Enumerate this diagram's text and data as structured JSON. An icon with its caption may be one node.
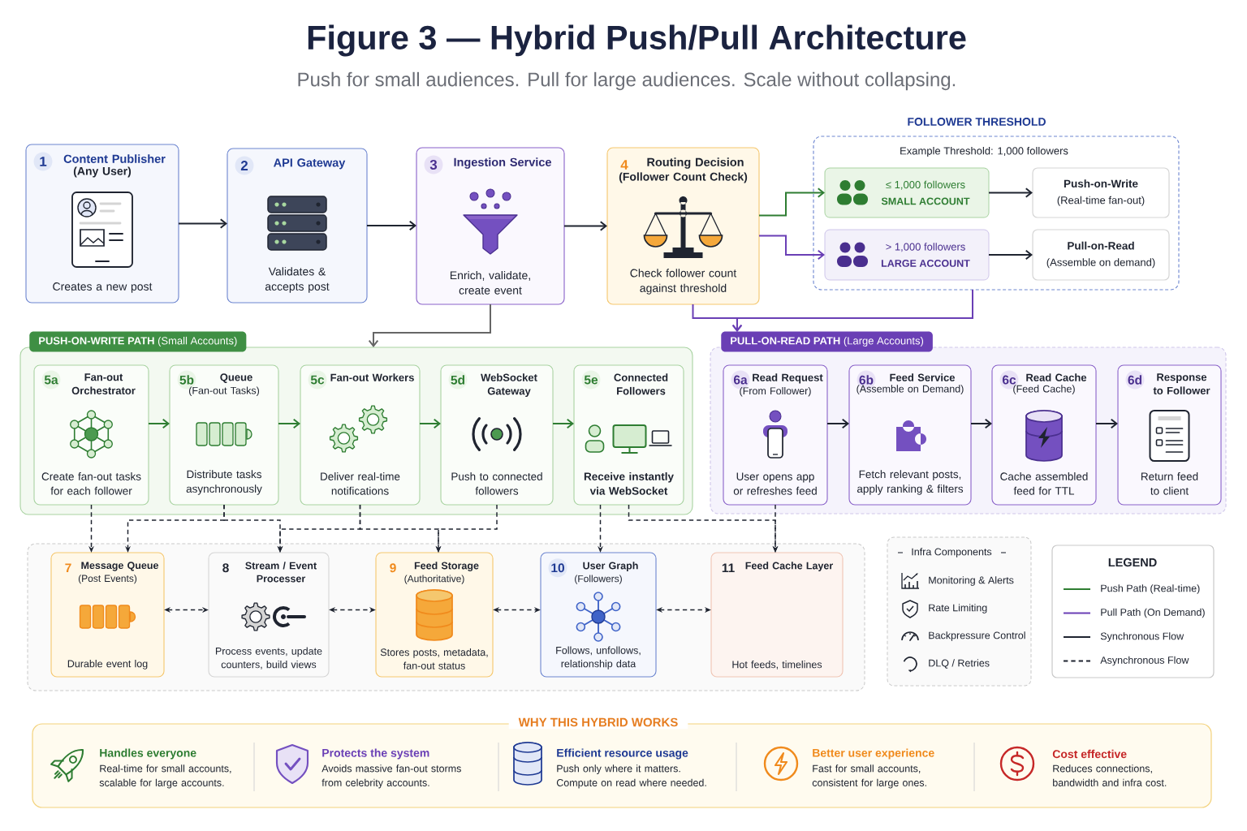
{
  "diagram": {
    "title": "Figure 3 — Hybrid Push/Pull Architecture",
    "nodes": [
      {
        "text": [
          "1",
          "Content Publisher",
          "(Any User)",
          "Creates a new post"
        ]
      },
      {
        "text": [
          "2",
          "API Gateway",
          "Validates & accepts post"
        ]
      },
      {
        "text": [
          "3",
          "Ingestion Service",
          "Enrich, validate, create event"
        ]
      },
      {
        "text": [
          "4",
          "Routing Decision",
          "(Follower Count Check)",
          "Check follower count against threshold"
        ]
      },
      {
        "text": [
          "FOLLOWER THRESHOLD",
          "Example Threshold: 1,000 followers"
        ]
      },
      {
        "text": [
          "≤ 1,000 followers",
          "SMALL ACCOUNT"
        ],
        "in": 4
      },
      {
        "text": [
          "Push-on-Write",
          "(Real-time fan-out)"
        ],
        "in": 4
      },
      {
        "text": [
          "> 1,000 followers",
          "LARGE ACCOUNT"
        ],
        "in": 4
      },
      {
        "text": [
          "Pull-on-Read",
          "(Assemble on demand)"
        ],
        "in": 4
      },
      {
        "text": [
          "**PUSH-ON-WRITE PATH** (Small Accounts)"
        ]
      },
      {
        "text": [
          "5a",
          "Fan-out Orchestrator",
          "Create fan-out tasks for each follower"
        ],
        "in": 9
      },
      {
        "text": [
          "5b",
          "Queue",
          "(Fan-out Tasks)",
          "Distribute tasks asynchronously"
        ],
        "in": 9
      },
      {
        "text": [
          "5c",
          "Fan-out Workers",
          "Deliver real-time notifications"
        ],
        "in": 9
      },
      {
        "text": [
          "5d",
          "WebSocket Gateway",
          "Push to connected followers"
        ],
        "in": 9
      },
      {
        "text": [
          "5e",
          "Connected Followers",
          "Receive instantly via WebSocket"
        ],
        "in": 9
      },
      {
        "text": [
          "**PULL-ON-READ PATH** (Large Accounts)"
        ]
      },
      {
        "text": [
          "6a",
          "Read Request",
          "(From Follower)",
          "User opens app or refreshes feed"
        ],
        "in": 15
      },
      {
        "text": [
          "6b",
          "Feed Service",
          "(Assemble on Demand)",
          "Fetch relevant posts, apply ranking & filters"
        ],
        "in": 15
      },
      {
        "text": [
          "6c",
          "Read Cache",
          "(Feed Cache)",
          "Cache assembled feed for TTL"
        ],
        "in": 15
      },
      {
        "text": [
          "6d",
          "Response to Follower",
          "Return feed to client"
        ],
        "in": 15
      },
      {
        "text": [],
        "shape": "box"
      },
      {
        "text": [
          "7",
          "Message Queue",
          "(Post Events)",
          "Durable event log"
        ],
        "in": 20
      },
      {
        "text": [
          "8",
          "Stream / Event Processer",
          "Process events, update counters, build views"
        ],
        "in": 20
      },
      {
        "text": [
          "9",
          "Feed Storage",
          "(Authoritative)",
          "Stores posts, metadata, fan-out status"
        ],
        "in": 20
      },
      {
        "text": [
          "10",
          "User Graph",
          "(Followers)",
          "Follows, unfollows, relationship data"
        ],
        "in": 20
      },
      {
        "text": [
          "11",
          "Feed Cache Layer",
          "Hot feeds, timelines"
        ],
        "in": 20
      },
      {
        "text": [
          "Infra Components",
          "Monitoring & Alerts",
          "Rate Limiting",
          "Backpressure Control",
          "DLQ / Retries"
        ]
      },
      {
        "text": [
          "WHY THIS HYBRID WORKS",
          "Handles everyone",
          "Real-time for small accounts, scalable for large accounts.",
          "Protects the system",
          "Avoids massive fan-out storms from celebrity accounts.",
          "Efficient resource usage",
          "Push only where it matters. Compute on read where needed.",
          "Better user experience",
          "Fast for small accounts, consistent for large ones.",
          "Cost effective",
          "Reduces connections, bandwidth and infra cost."
        ]
      }
    ],
    "edges": [
      {
        "from": 0,
        "to": 1,
        "arrow": "to"
      },
      {
        "from": 1,
        "to": 2,
        "arrow": "to"
      },
      {
        "from": 2,
        "to": 3,
        "arrow": "to"
      },
      {
        "from": 3,
        "to": 5,
        "arrow": "to",
        "color": "#2e7d32"
      },
      {
        "from": 3,
        "to": 7,
        "arrow": "to",
        "color": "#6a3fb5"
      },
      {
        "from": 5,
        "to": 6,
        "arrow": "to"
      },
      {
        "from": 7,
        "to": 8,
        "arrow": "to"
      },
      {
        "from": 2,
        "to": 9,
        "arrow": "to",
        "color": "#666666"
      },
      {
        "from": 3,
        "to": 15,
        "arrow": "to",
        "color": "#6a3fb5"
      },
      {
        "from": 4,
        "to": 15,
        "arrow": "to",
        "color": "#6a3fb5"
      },
      {
        "from": 10,
        "to": 11,
        "arrow": "to",
        "color": "#2e7d32"
      },
      {
        "from": 11,
        "to": 12,
        "arrow": "to",
        "color": "#2e7d32"
      },
      {
        "from": 12,
        "to": 13,
        "arrow": "to",
        "color": "#2e7d32"
      },
      {
        "from": 13,
        "to": 14,
        "arrow": "to",
        "color": "#2e7d32"
      },
      {
        "from": 16,
        "to": 17,
        "arrow": "to"
      },
      {
        "from": 17,
        "to": 18,
        "arrow": "to"
      },
      {
        "from": 18,
        "to": 19,
        "arrow": "to"
      },
      {
        "from": 10,
        "to": 21,
        "arrow": "to",
        "style": "dashed"
      },
      {
        "from": 11,
        "to": 21,
        "arrow": "to",
        "style": "dashed"
      },
      {
        "from": 11,
        "to": 22,
        "arrow": "to",
        "style": "dashed"
      },
      {
        "from": 12,
        "to": 22,
        "arrow": "to",
        "style": "dashed"
      },
      {
        "from": 12,
        "to": 23,
        "arrow": "to",
        "style": "dashed"
      },
      {
        "from": 13,
        "to": 23,
        "arrow": "to",
        "style": "dashed"
      },
      {
        "from": 14,
        "to": 24,
        "arrow": "to",
        "style": "dashed"
      },
      {
        "from": 14,
        "to": 25,
        "arrow": "to",
        "style": "dashed"
      },
      {
        "from": 16,
        "to": 25,
        "arrow": "to",
        "style": "dashed"
      },
      {
        "from": 21,
        "to": 22,
        "arrow": "both",
        "style": "dashed"
      },
      {
        "from": 22,
        "to": 23,
        "arrow": "both",
        "style": "dashed"
      },
      {
        "from": 23,
        "to": 24,
        "arrow": "both",
        "style": "dashed"
      },
      {
        "from": 24,
        "to": 25,
        "arrow": "both",
        "style": "dashed"
      }
    ],
    "labels": [
      "Push for small audiences. Pull for large audiences. Scale without collapsing.",
      "LEGEND"
    ],
    "legend": [
      {
        "text": "Push Path (Real-time)"
      },
      {
        "text": "Pull Path (On Demand)"
      },
      {
        "text": "Synchronous Flow"
      },
      {
        "text": "Asynchronous Flow"
      }
    ]
  }
}
